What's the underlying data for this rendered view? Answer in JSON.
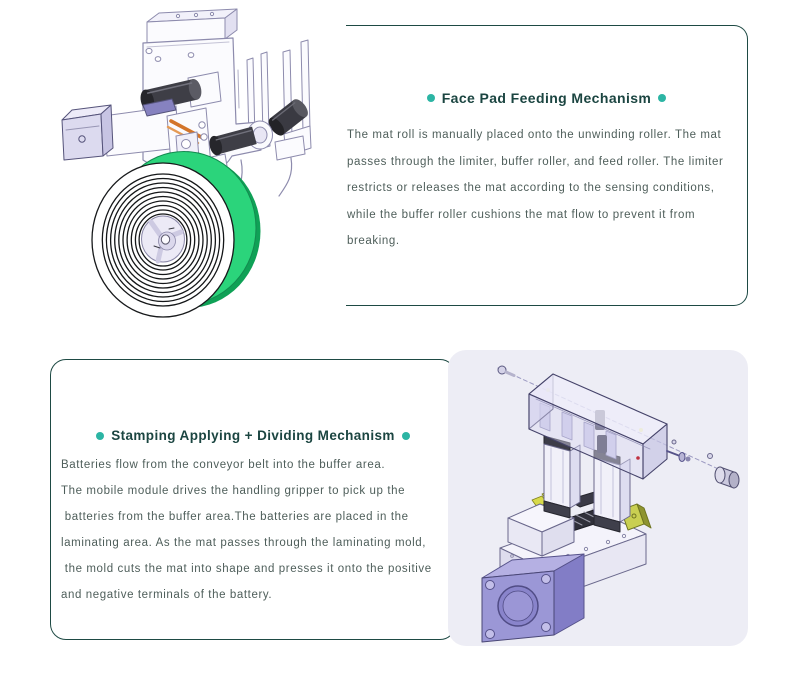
{
  "theme": {
    "page_background": "#ffffff",
    "accent_teal": "#2cb5a4",
    "outline_dark_teal": "#1e4a44",
    "title_color": "#1b4541",
    "body_text_color": "#4e5e5a",
    "panel_background": "#ededf5",
    "mat_roll_green": "#2bd47b",
    "cad_lavender": "#dcdaf0"
  },
  "icons": {
    "title_bullet": "teal-dot-circle-icon"
  },
  "sections": {
    "feeding": {
      "title": "Face Pad Feeding Mechanism",
      "body_lines": [
        "The mat roll is manually placed onto the unwinding roller. The mat",
        "passes through the limiter, buffer roller, and feed roller. The limiter",
        "restricts or releases the mat according to the sensing conditions,",
        "while the buffer roller cushions the mat flow to prevent it from",
        "breaking."
      ],
      "illustration": "face-pad-feeding-mechanism-3d-render"
    },
    "stamping": {
      "title": "Stamping Applying + Dividing Mechanism",
      "body_lines": [
        "Batteries flow from the conveyor belt into the buffer area.",
        "The mobile module drives the handling gripper to pick up the",
        " batteries from the buffer area.The batteries are placed in the",
        "laminating area. As the mat passes through the laminating mold,",
        " the mold cuts the mat into shape and presses it onto the positive",
        "and negative terminals of the battery."
      ],
      "illustration": "stamping-applying-dividing-mechanism-3d-render"
    }
  }
}
